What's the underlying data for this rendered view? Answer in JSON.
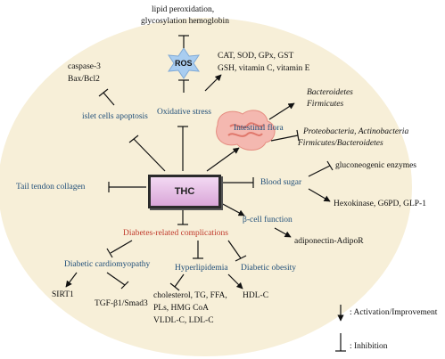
{
  "center_label": "THC",
  "ros_label": "ROS",
  "nodes": {
    "lipid_peroxidation": "lipid peroxidation,",
    "glycosylation_hemoglobin": "glycosylation hemoglobin",
    "antioxidants_line1": "CAT, SOD, GPx, GST",
    "antioxidants_line2": "GSH, vitamin C, vitamin E",
    "caspase": "caspase-3",
    "bax_bcl2": "Bax/Bcl2",
    "islet_apoptosis": "islet cells apoptosis",
    "oxidative_stress": "Oxidative stress",
    "intestinal_flora": "Intestinal flora",
    "bacteroidetes": "Bacteroidetes",
    "firmicutes": "Firmicutes",
    "proteobacteria": "Proteobacteria, Actinobacteria",
    "firm_bact_ratio": "Firmicutes/Bacteroidetes",
    "blood_sugar": "Blood sugar",
    "gluconeogenic": "gluconeogenic enzymes",
    "hexokinase": "Hexokinase, G6PD, GLP-1",
    "tail_tendon": "Tail tendon collagen",
    "beta_cell": "β-cell function",
    "adiponectin": "adiponectin-AdipoR",
    "diabetes_complications": "Diabetes-related complications",
    "cardiomyopathy": "Diabetic cardiomyopathy",
    "hyperlipidemia": "Hyperlipidemia",
    "obesity": "Diabetic obesity",
    "sirt1": "SIRT1",
    "tgf": "TGF-β1/Smad3",
    "lipids_line1": "cholesterol, TG, FFA,",
    "lipids_line2": "PLs, HMG CoA",
    "lipids_line3": "VLDL-C, LDL-C",
    "hdl": "HDL-C"
  },
  "legend": {
    "activation": ": Activation/Improvement",
    "inhibition": ": Inhibition"
  },
  "colors": {
    "background_ellipse": "#f7efd8",
    "node_text": "#1f4e79",
    "complication_text": "#c0392b",
    "ros_star": "#a9cdf0"
  }
}
